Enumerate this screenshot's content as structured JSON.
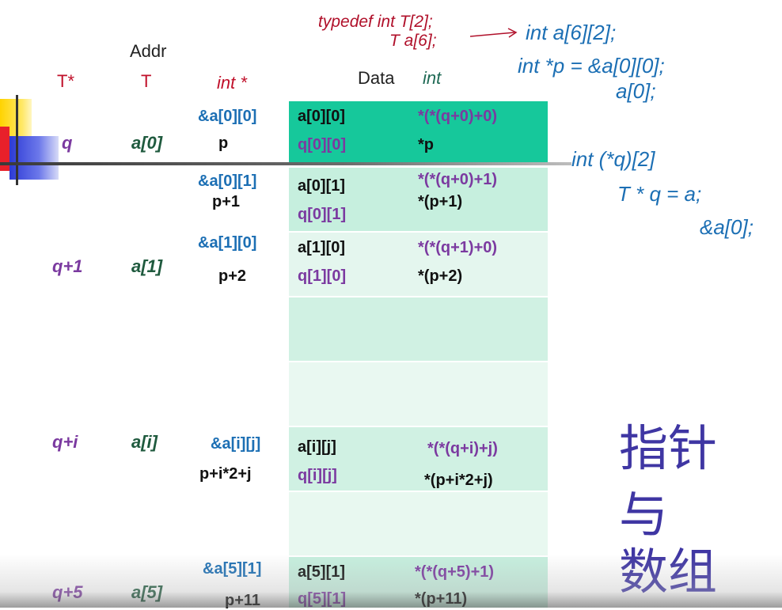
{
  "headers": {
    "t_ptr": "T*",
    "addr": "Addr",
    "t": "T",
    "int_ptr": "int *",
    "data": "Data",
    "int": "int"
  },
  "typedef": {
    "line1": "typedef  int    T[2];",
    "line2": "T        a[6];"
  },
  "code": {
    "decl_a": "int  a[6][2];",
    "decl_p": "int  *p = &a[0][0];",
    "decl_p_alt": "a[0];",
    "decl_q": "int (*q)[2]",
    "assign_q": "T * q = a;",
    "assign_q_alt": "&a[0];"
  },
  "rows": [
    {
      "tptr": "q",
      "t": "a[0]",
      "addr": "&a[0][0]",
      "ptr": "p",
      "data1": "a[0][0]",
      "data2": "q[0][0]",
      "expr1": "*(*(q+0)+0)",
      "expr2": "*p"
    },
    {
      "tptr": "",
      "t": "",
      "addr": "&a[0][1]",
      "ptr": "p+1",
      "data1": "a[0][1]",
      "data2": "q[0][1]",
      "expr1": "*(*(q+0)+1)",
      "expr2": "*(p+1)"
    },
    {
      "tptr": "q+1",
      "t": "a[1]",
      "addr": "&a[1][0]",
      "ptr": "p+2",
      "data1": "a[1][0]",
      "data2": "q[1][0]",
      "expr1": "*(*(q+1)+0)",
      "expr2": "*(p+2)"
    },
    {
      "tptr": "q+i",
      "t": "a[i]",
      "addr": "&a[i][j]",
      "ptr": "p+i*2+j",
      "data1": "a[i][j]",
      "data2": "q[i][j]",
      "expr1": "*(*(q+i)+j)",
      "expr2": "*(p+i*2+j)"
    },
    {
      "tptr": "q+5",
      "t": "a[5]",
      "addr": "&a[5][1]",
      "ptr": "p+11",
      "data1": "a[5][1]",
      "data2": "q[5][1]",
      "expr1": "*(*(q+5)+1)",
      "expr2": "*(p+11)"
    }
  ],
  "title_cjk": {
    "line1": "指针",
    "line2": "与",
    "line3": "数组"
  },
  "colors": {
    "accent_teal": "#16c89b",
    "cell_light": "#c6efde",
    "purple": "#7b3aa0",
    "blue": "#1c6fb4",
    "red": "#c0102a"
  }
}
